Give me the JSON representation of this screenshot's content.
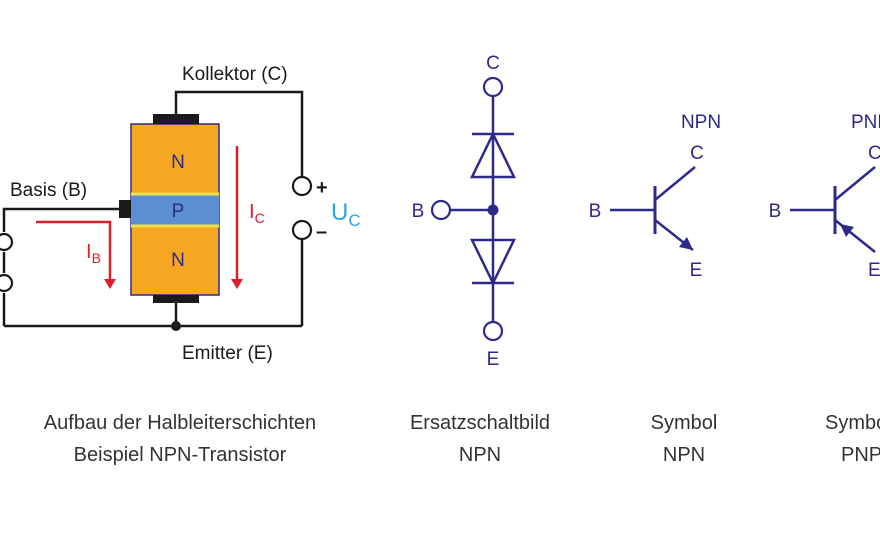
{
  "colors": {
    "wire": "#1a1a1a",
    "npn_body": "#f5a623",
    "p_layer": "#5b8fd0",
    "junction": "#f0e04a",
    "current_arrow": "#d9202a",
    "symbol_blue": "#2e2a8a",
    "voltage_label": "#29a8df"
  },
  "structure": {
    "collector_label": "Kollektor (C)",
    "base_label": "Basis (B)",
    "emitter_label": "Emitter (E)",
    "layer_top": "N",
    "layer_mid": "P",
    "layer_bottom": "N",
    "ib_main": "I",
    "ib_sub": "B",
    "ic_main": "I",
    "ic_sub": "C",
    "uc_main": "U",
    "uc_sub": "C",
    "plus": "+",
    "minus": "–",
    "caption_line1": "Aufbau der Halbleiterschichten",
    "caption_line2": "Beispiel NPN-Transistor"
  },
  "equivalent": {
    "c": "C",
    "b": "B",
    "e": "E",
    "caption_line1": "Ersatzschaltbild",
    "caption_line2": "NPN"
  },
  "npn_symbol": {
    "title": "NPN",
    "c": "C",
    "b": "B",
    "e": "E",
    "caption_line1": "Symbol",
    "caption_line2": "NPN"
  },
  "pnp_symbol": {
    "title": "PNP",
    "c": "C",
    "b": "B",
    "e": "E",
    "caption_line1": "Symbol",
    "caption_line2": "PNP"
  }
}
